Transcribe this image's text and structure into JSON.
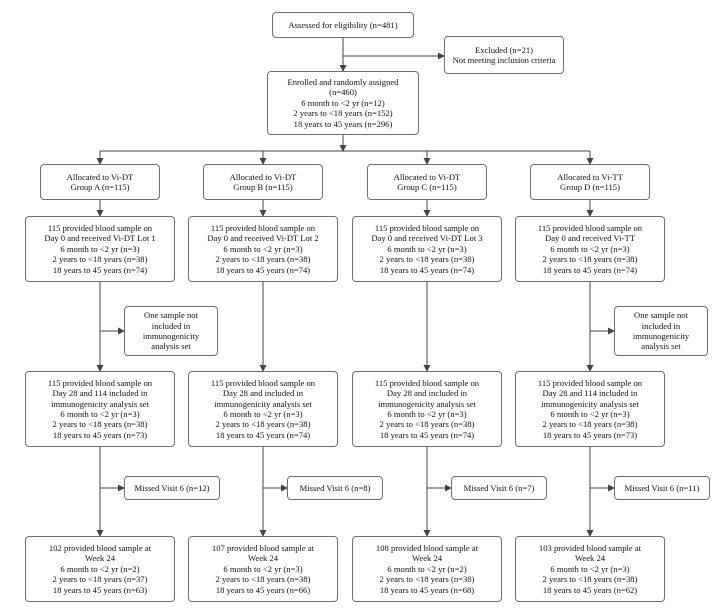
{
  "eligibility": [
    "Assessed for eligibility (n=481)"
  ],
  "excluded": [
    "Excluded (n=21)",
    "Not meeting inclusion criteria"
  ],
  "enrolled": [
    "Enrolled and randomly assigned",
    "(n=460)",
    "6 month to <2 yr (n=12)",
    "2 years to <18 years (n=152)",
    "18 years to 45 years (n=296)"
  ],
  "groups": [
    {
      "allocated": [
        "Allocated to Vi-DT",
        "Group A (n=115)"
      ],
      "day0": [
        "115 provided blood sample on",
        "Day 0 and received Vi-DT Lot 1",
        "6 month to <2 yr (n=3)",
        "2 years to <18 years (n=38)",
        "18 years to 45 years (n=74)"
      ],
      "side1": [
        "One sample not",
        "included in",
        "immunogenicity",
        "analysis set"
      ],
      "day28": [
        "115 provided blood sample on",
        "Day 28 and 114 included in",
        "immunogenicity analysis set",
        "6 month to <2 yr (n=3)",
        "2 years to <18 years (n=38)",
        "18 years to 45 years (n=73)"
      ],
      "missed": [
        "Missed Visit 6 (n=12)"
      ],
      "week24": [
        "102 provided blood sample at",
        "Week 24",
        "6 month to <2 yr (n=2)",
        "2 years to <18 years (n=37)",
        "18 years to 45 years (n=63)"
      ]
    },
    {
      "allocated": [
        "Allocated to Vi-DT",
        "Group B (n=115)"
      ],
      "day0": [
        "115 provided blood sample on",
        "Day 0 and received Vi-DT Lot 2",
        "6 month to <2 yr (n=3)",
        "2 years to <18 years (n=38)",
        "18 years to 45 years (n=74)"
      ],
      "side1": [],
      "day28": [
        "115 provided blood sample on",
        "Day 28 and included in",
        "immunogenicity analysis set",
        "6 month to <2 yr (n=3)",
        "2 years to <18 years (n=38)",
        "18 years to 45 years (n=74)"
      ],
      "missed": [
        "Missed Visit 6 (n=8)"
      ],
      "week24": [
        "107 provided blood sample at",
        "Week 24",
        "6 month to <2 yr (n=3)",
        "2 years to <18 years (n=38)",
        "18 years to 45 years (n=66)"
      ]
    },
    {
      "allocated": [
        "Allocated to Vi-DT",
        "Group C (n=115)"
      ],
      "day0": [
        "115 provided blood sample on",
        "Day 0 and received Vi-DT Lot 3",
        "6 month to <2 yr (n=3)",
        "2 years to <18 years (n=38)",
        "18 years to 45 years (n=74)"
      ],
      "side1": [],
      "day28": [
        "115 provided blood sample on",
        "Day 28 and included in",
        "immunogenicity analysis set",
        "6 month to <2 yr (n=3)",
        "2 years to <18 years (n=38)",
        "18 years to 45 years (n=74)"
      ],
      "missed": [
        "Missed Visit 6 (n=7)"
      ],
      "week24": [
        "108 provided blood sample at",
        "Week 24",
        "6 month to <2 yr (n=2)",
        "2 years to <18 years (n=38)",
        "18 years to 45 years (n=68)"
      ]
    },
    {
      "allocated": [
        "Allocated to Vi-TT",
        "Group D (n=115)"
      ],
      "day0": [
        "115 provided blood sample on",
        "Day 0 and received Vi-TT",
        "6 month to <2 yr (n=3)",
        "2 years to <18 years (n=38)",
        "18 years to 45 years (n=74)"
      ],
      "side1": [
        "One sample not",
        "included in",
        "immunogenicity",
        "analysis set"
      ],
      "day28": [
        "115 provided blood sample on",
        "Day 28 and 114 included in",
        "immunogenicity analysis set",
        "6 month to <2 yr (n=3)",
        "2 years to <18 years (n=38)",
        "18 years to 45 years (n=73)"
      ],
      "missed": [
        "Missed Visit 6 (n=11)"
      ],
      "week24": [
        "103 provided blood sample at",
        "Week 24",
        "6 month to <2 yr (n=3)",
        "2 years to <18 years (n=38)",
        "18 years to 45 years (n=62)"
      ]
    }
  ]
}
